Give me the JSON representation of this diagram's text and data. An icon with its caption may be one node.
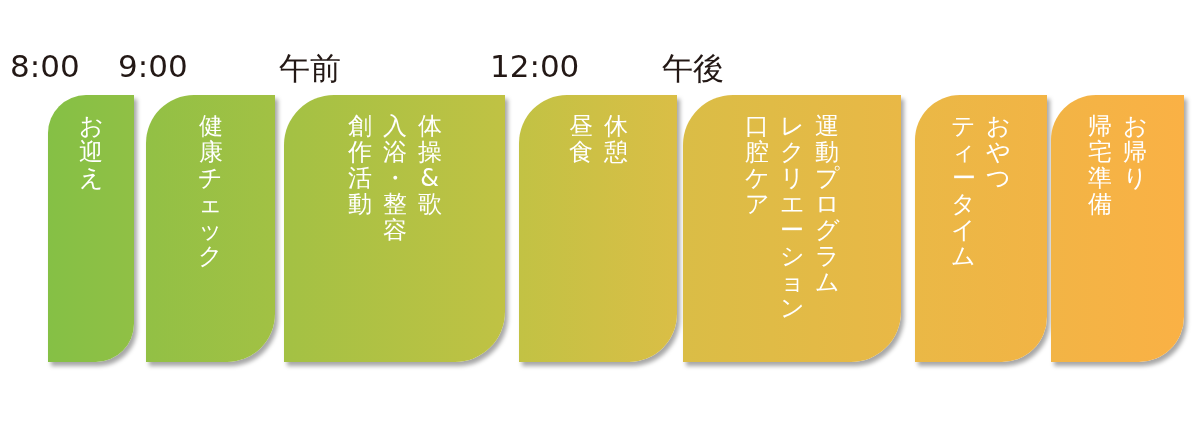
{
  "diagram": {
    "nodes": [
      {
        "text": [
          "お迎え"
        ]
      },
      {
        "text": [
          "健康チェック"
        ]
      },
      {
        "text": [
          "創作活動",
          "入浴・整容",
          "体操&歌"
        ]
      },
      {
        "text": [
          "昼食",
          "休憩"
        ]
      },
      {
        "text": [
          "口腔ケア",
          "レクリエーション",
          "運動プログラム"
        ]
      },
      {
        "text": [
          "ティータイム",
          "おやつ"
        ]
      },
      {
        "text": [
          "帰宅準備",
          "お帰り"
        ]
      }
    ],
    "labels": [
      "8:00",
      "9:00",
      "午前",
      "12:00",
      "午後"
    ]
  }
}
